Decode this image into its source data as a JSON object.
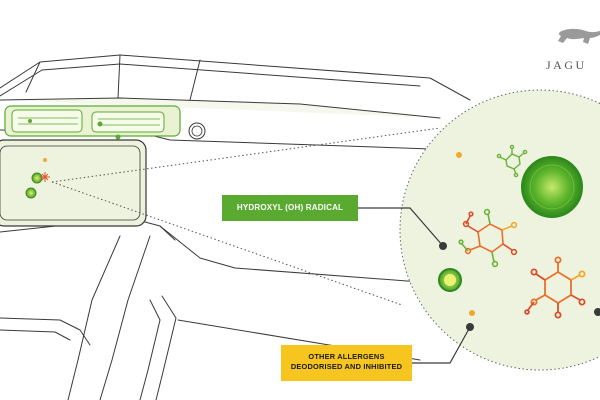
{
  "labels": {
    "hydroxyl": "HYDROXYL (OH) RADICAL",
    "allergens_line1": "OTHER ALLERGENS",
    "allergens_line2": "DEODORISED AND INHIBITED"
  },
  "brand": {
    "text": "JAGU",
    "logo_icon": "jaguar-leaping-cat-icon"
  },
  "colors": {
    "accent_green": "#5aaa32",
    "label_green": "#5aaa32",
    "label_yellow": "#f6c51f",
    "bubble_fill": "#eef3df",
    "line_gray": "#3a3a3a",
    "molecule_orange": "#e8702a",
    "molecule_red": "#d94f2a"
  }
}
